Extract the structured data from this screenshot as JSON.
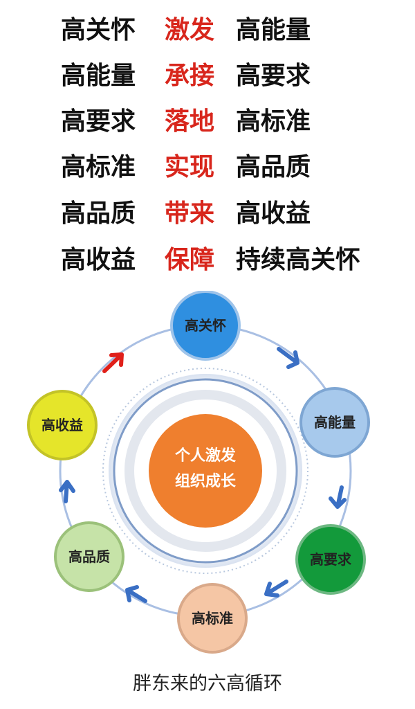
{
  "rows": [
    {
      "subject": "高关怀",
      "verb": "激发",
      "object": "高能量"
    },
    {
      "subject": "高能量",
      "verb": "承接",
      "object": "高要求"
    },
    {
      "subject": "高要求",
      "verb": "落地",
      "object": "高标准"
    },
    {
      "subject": "高标准",
      "verb": "实现",
      "object": "高品质"
    },
    {
      "subject": "高品质",
      "verb": "带来",
      "object": "高收益"
    },
    {
      "subject": "高收益",
      "verb": "保障",
      "object": "持续高关怀"
    }
  ],
  "colors": {
    "text": "#111111",
    "verb": "#d8261c",
    "ring": "#a9bfe3",
    "arrow": "#3a6fc4",
    "arrow_highlight": "#e0201a",
    "center": "#ef7f2e"
  },
  "cycle": {
    "nodes": [
      {
        "label": "高关怀",
        "color": "#2f8fe0"
      },
      {
        "label": "高能量",
        "color": "#a7c9ec"
      },
      {
        "label": "高要求",
        "color": "#139a3b"
      },
      {
        "label": "高标准",
        "color": "#f5c6a5"
      },
      {
        "label": "高品质",
        "color": "#c6e3a8"
      },
      {
        "label": "高收益",
        "color": "#e5e52a"
      }
    ],
    "center_lines": [
      "个人激发",
      "组织成长"
    ]
  },
  "caption": "胖东来的六高循环"
}
